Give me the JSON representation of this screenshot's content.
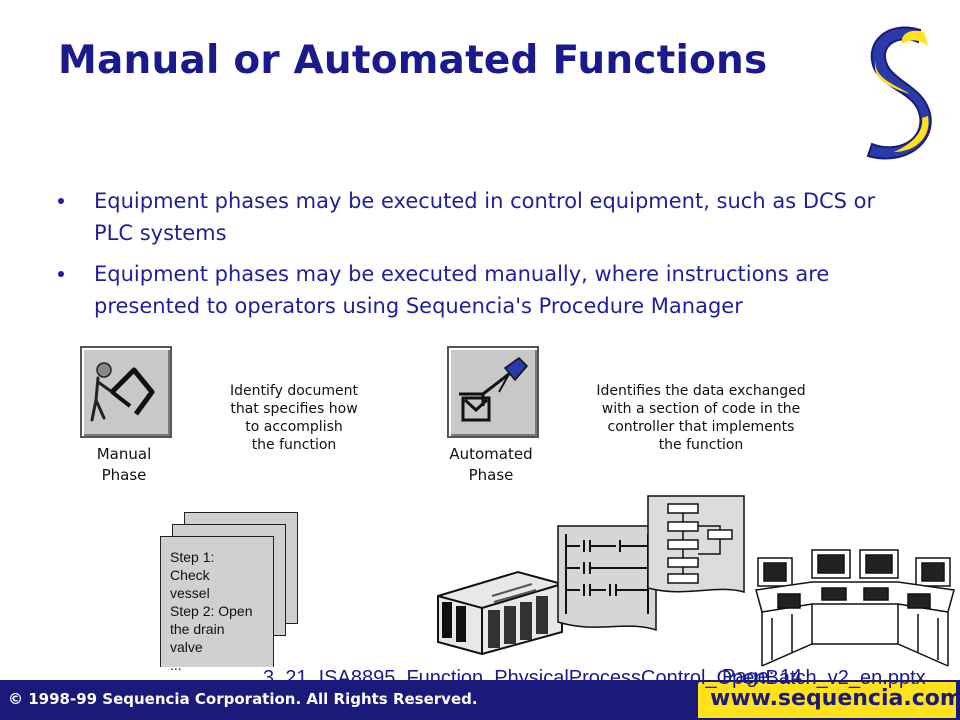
{
  "slide": {
    "title": "Manual or Automated Functions",
    "bullets": [
      {
        "text": "Equipment phases may be executed in control equipment, such as DCS or PLC systems"
      },
      {
        "text": "Equipment phases may be executed manually, where instructions are presented to operators using Sequencia's Procedure Manager"
      }
    ]
  },
  "diagram": {
    "manual_label": "Manual\nPhase",
    "manual_description": "Identify document\nthat specifies how\nto accomplish\nthe function",
    "automated_label": "Automated\nPhase",
    "automated_description": "Identifies the data exchanged\nwith a section of code in the\ncontroller that implements\nthe function",
    "document_text": "Step 1:\nCheck\nvessel\nStep 2: Open\nthe drain\nvalve\n..."
  },
  "footer": {
    "copyright": "© 1998-99 Sequencia Corporation.  All Rights Reserved.",
    "file_name": "3_21_ISA8895_Function_PhysicalProcessControl_OpenBatch_v2_en.pptx",
    "page_label": "Page: 14",
    "url": "www.sequencia.com"
  },
  "colors": {
    "title": "#1a1a8c",
    "footer_bar": "#1a1a7a",
    "url_box": "#ffe21a",
    "logo_blue": "#2a3aa8",
    "logo_yellow": "#ffe21a"
  },
  "icons": [
    "sequencia-logo-icon",
    "manual-phase-icon",
    "automated-phase-icon",
    "document-stack-icon",
    "plc-rack-icon",
    "ladder-logic-icon",
    "flowchart-icon",
    "control-room-icon"
  ]
}
